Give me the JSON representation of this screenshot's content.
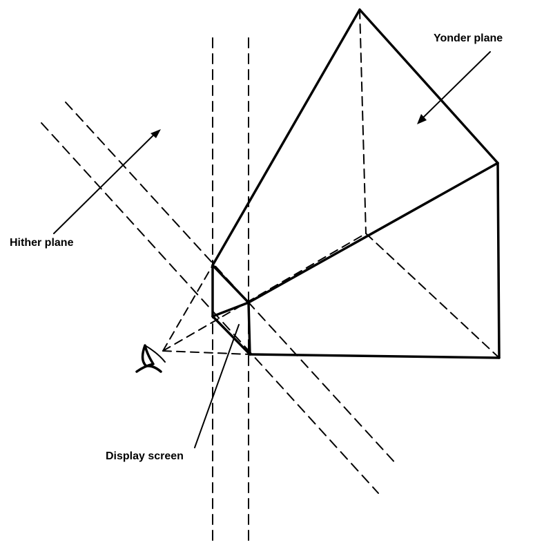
{
  "labels": {
    "yonder_plane": "Yonder plane",
    "hither_plane": "Hither plane",
    "display_screen": "Display screen"
  },
  "colors": {
    "ink": "#000000",
    "background": "#ffffff"
  }
}
